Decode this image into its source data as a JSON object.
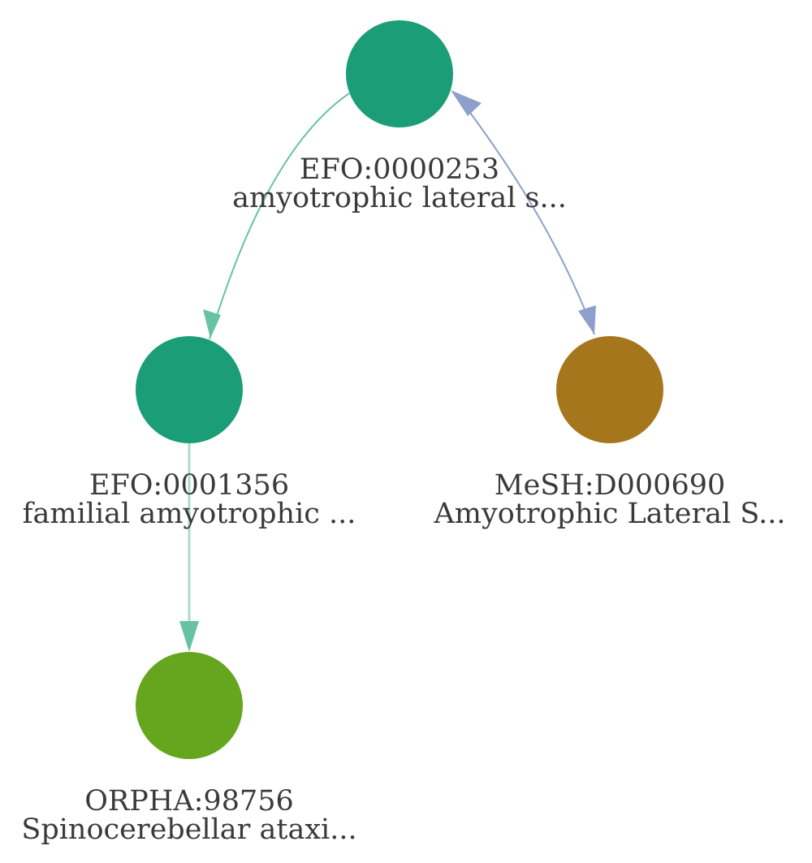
{
  "colors": {
    "efo_node": "#1b9e77",
    "mesh_node": "#a6761d",
    "orpha_node": "#66a61e",
    "subclass_edge": "#66c2a5",
    "xref_edge": "#8da0cb",
    "label_text": "#3a3a3a"
  },
  "nodes": [
    {
      "id": "efo-0000253",
      "curie": "EFO:0000253",
      "name": "amyotrophic lateral s...",
      "color": "#1b9e77"
    },
    {
      "id": "efo-0001356",
      "curie": "EFO:0001356",
      "name": "familial amyotrophic ...",
      "color": "#1b9e77"
    },
    {
      "id": "mesh-d000690",
      "curie": "MeSH:D000690",
      "name": "Amyotrophic Lateral S...",
      "color": "#a6761d"
    },
    {
      "id": "orpha-98756",
      "curie": "ORPHA:98756",
      "name": "Spinocerebellar ataxi...",
      "color": "#66a61e"
    }
  ],
  "edges": [
    {
      "id": "efo-0000253-to-efo-0001356",
      "source": "efo-0000253",
      "target": "efo-0001356",
      "direction": "forward",
      "color": "#66c2a5"
    },
    {
      "id": "efo-0000253-to-mesh-d000690",
      "source": "efo-0000253",
      "target": "mesh-d000690",
      "direction": "both",
      "color": "#8da0cb"
    },
    {
      "id": "efo-0001356-to-orpha-98756",
      "source": "efo-0001356",
      "target": "orpha-98756",
      "direction": "forward",
      "color": "#66c2a5"
    }
  ]
}
